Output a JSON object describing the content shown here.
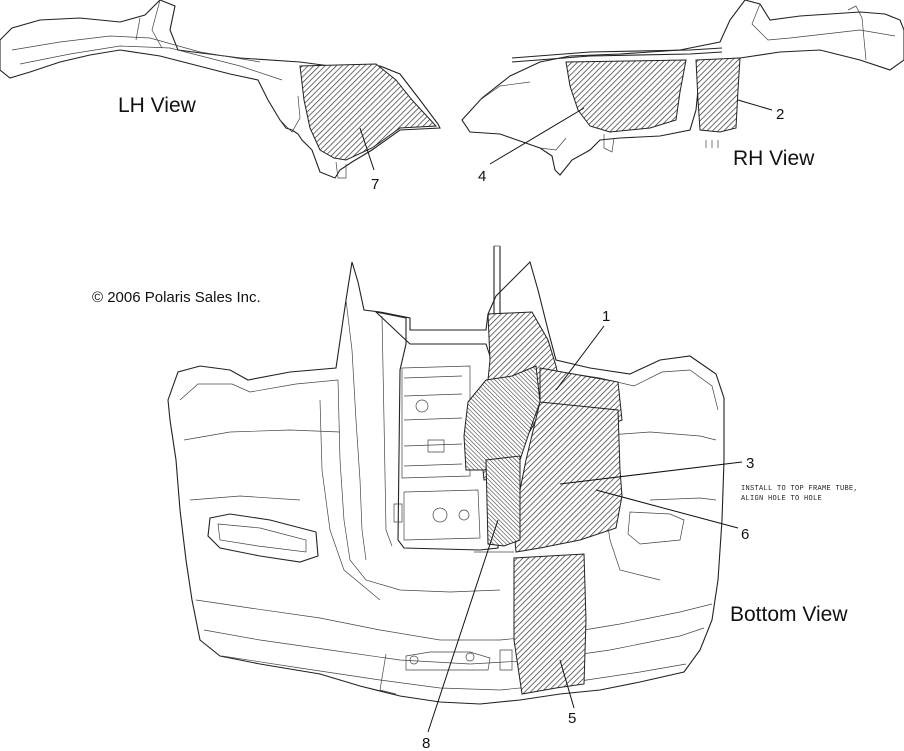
{
  "views": {
    "lh": "LH View",
    "rh": "RH View",
    "bottom": "Bottom View"
  },
  "copyright": "© 2006 Polaris Sales Inc.",
  "note": [
    "INSTALL TO TOP FRAME TUBE,",
    "ALIGN HOLE TO HOLE"
  ],
  "callouts": [
    "1",
    "2",
    "3",
    "4",
    "5",
    "6",
    "7",
    "8"
  ]
}
